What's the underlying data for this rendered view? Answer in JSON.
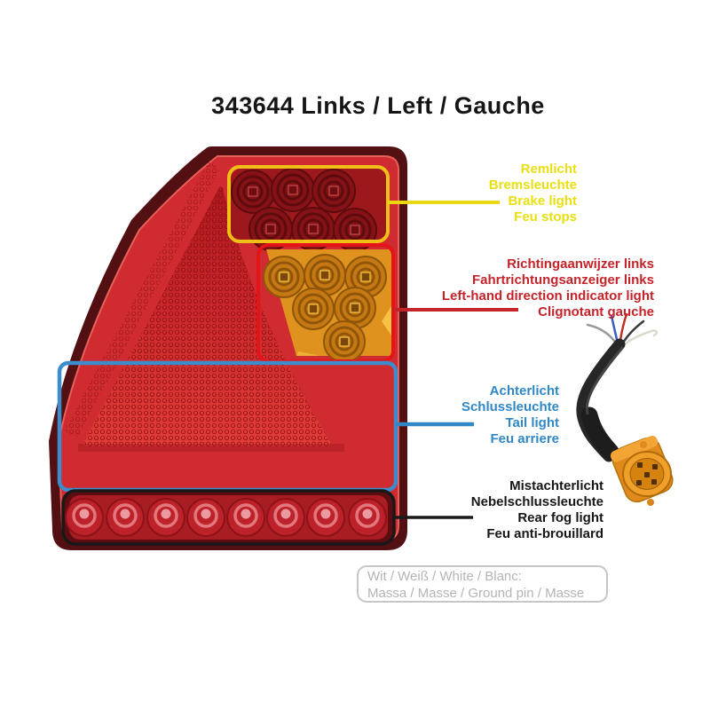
{
  "title": "343644 Links / Left / Gauche",
  "colors": {
    "brake": "#e9df10",
    "indicator": "#c5232a",
    "tail": "#2f87c6",
    "fog": "#161616",
    "ground_note": "#b4b4b4",
    "box_brake": "#f0c018",
    "box_indicator": "#e41418",
    "box_tail": "#3d8ccb",
    "box_fog": "#181818",
    "lamp_red": "#cf2b30",
    "lamp_amber": "#df921d",
    "connector_orange": "#e08a1d"
  },
  "annotations": {
    "brake": {
      "lines": [
        "Remlicht",
        "Bremsleuchte",
        "Brake light",
        "Feu stops"
      ]
    },
    "indicator": {
      "lines": [
        "Richtingaanwijzer links",
        "Fahrtrichtungsanzeiger links",
        "Left-hand direction indicator light",
        "Clignotant gauche"
      ]
    },
    "tail": {
      "lines": [
        "Achterlicht",
        "Schlussleuchte",
        "Tail light",
        "Feu arriere"
      ]
    },
    "fog": {
      "lines": [
        "Mistachterlicht",
        "Nebelschlussleuchte",
        "Rear fog light",
        "Feu anti-brouillard"
      ]
    }
  },
  "ground_note": {
    "lines": [
      "Wit / Weiß / White / Blanc:",
      "Massa / Masse / Ground pin / Masse"
    ]
  }
}
